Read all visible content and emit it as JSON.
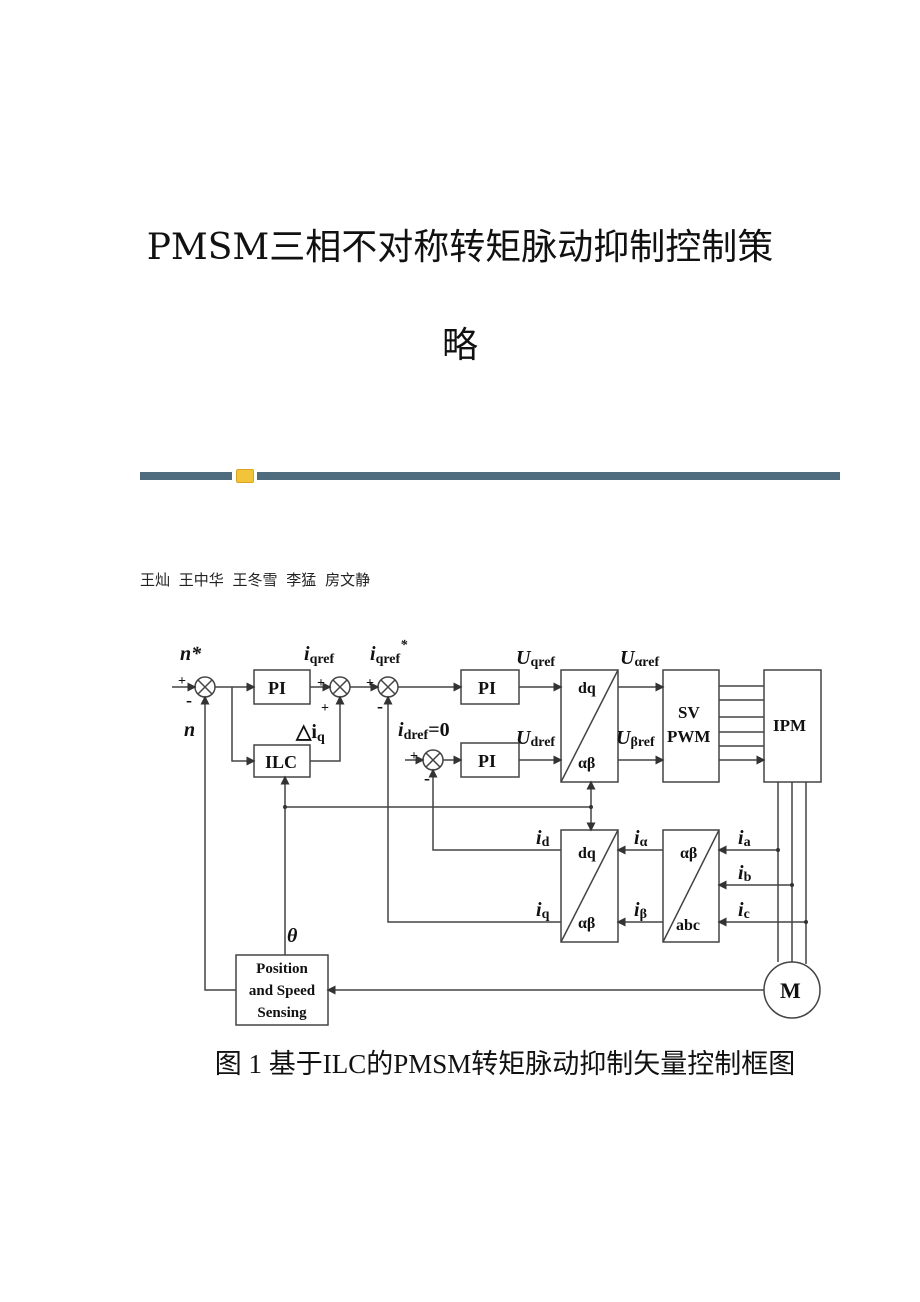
{
  "title_line1": "PMSM三相不对称转矩脉动抑制控制策",
  "title_line2": "略",
  "authors": "王灿 王中华 王冬雪 李猛 房文静",
  "diagram": {
    "n_star": "n*",
    "n": "n",
    "plus": "+",
    "minus": "-",
    "pi": "PI",
    "ilc": "ILC",
    "delta_iq": "△i",
    "q": "q",
    "iqref": "i",
    "qref": "qref",
    "star": "*",
    "idref": "i",
    "dref": "dref",
    "eq0": "=0",
    "U": "U",
    "uqref": "qref",
    "udref": "dref",
    "ualpharef": "αref",
    "ubetaref": "βref",
    "dq": "dq",
    "ab": "αβ",
    "abc": "abc",
    "sv": "SV",
    "pwm": "PWM",
    "ipm": "IPM",
    "motor": "M",
    "i": "i",
    "d": "d",
    "alpha": "α",
    "beta": "β",
    "a": "a",
    "b": "b",
    "c": "c",
    "theta": "θ",
    "sensing1": "Position",
    "sensing2": "and Speed",
    "sensing3": "Sensing"
  },
  "caption": "图 1  基于ILC的PMSM转矩脉动抑制矢量控制框图"
}
